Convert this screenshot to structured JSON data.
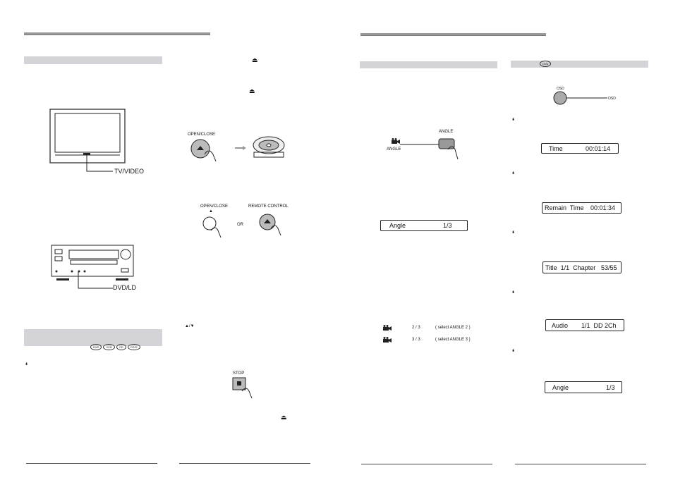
{
  "left_page": {
    "tv_label": "TV/VIDEO",
    "dvd_label": "DVD/LD",
    "open_close_label_1": "OPEN/CLOSE",
    "open_close_label_2": "OPEN/CLOSE",
    "remote_control_label": "REMOTE CONTROL",
    "or_text": "OR",
    "arrows_text": "▲/▼",
    "stop_label": "STOP",
    "disc_badges": [
      "DVD",
      "VCD",
      "CD",
      "CD-R"
    ]
  },
  "right_page": {
    "angle_button_label": "ANGLE",
    "angle_icon_label": "ANGLE",
    "angle_display": {
      "name": "Angle",
      "value": "1/3"
    },
    "angle_list": [
      {
        "value": "2 / 3",
        "note": "( select ANGLE  2 )"
      },
      {
        "value": "3 / 3",
        "note": "( select ANGLE  3 )"
      }
    ],
    "dvd_badge": "DVD",
    "osd_button_label": "OSD",
    "osd_line_label": "OSD",
    "osd_displays": [
      {
        "name": "Time",
        "value": "00:01:14"
      },
      {
        "name": "Remain  Time",
        "value": "00:01:34"
      },
      {
        "name": "Title  1/1  Chapter",
        "value": "53/55"
      },
      {
        "name": "Audio",
        "value": "1/1  DD 2Ch"
      },
      {
        "name": "Angle",
        "value": "1/3"
      }
    ]
  }
}
